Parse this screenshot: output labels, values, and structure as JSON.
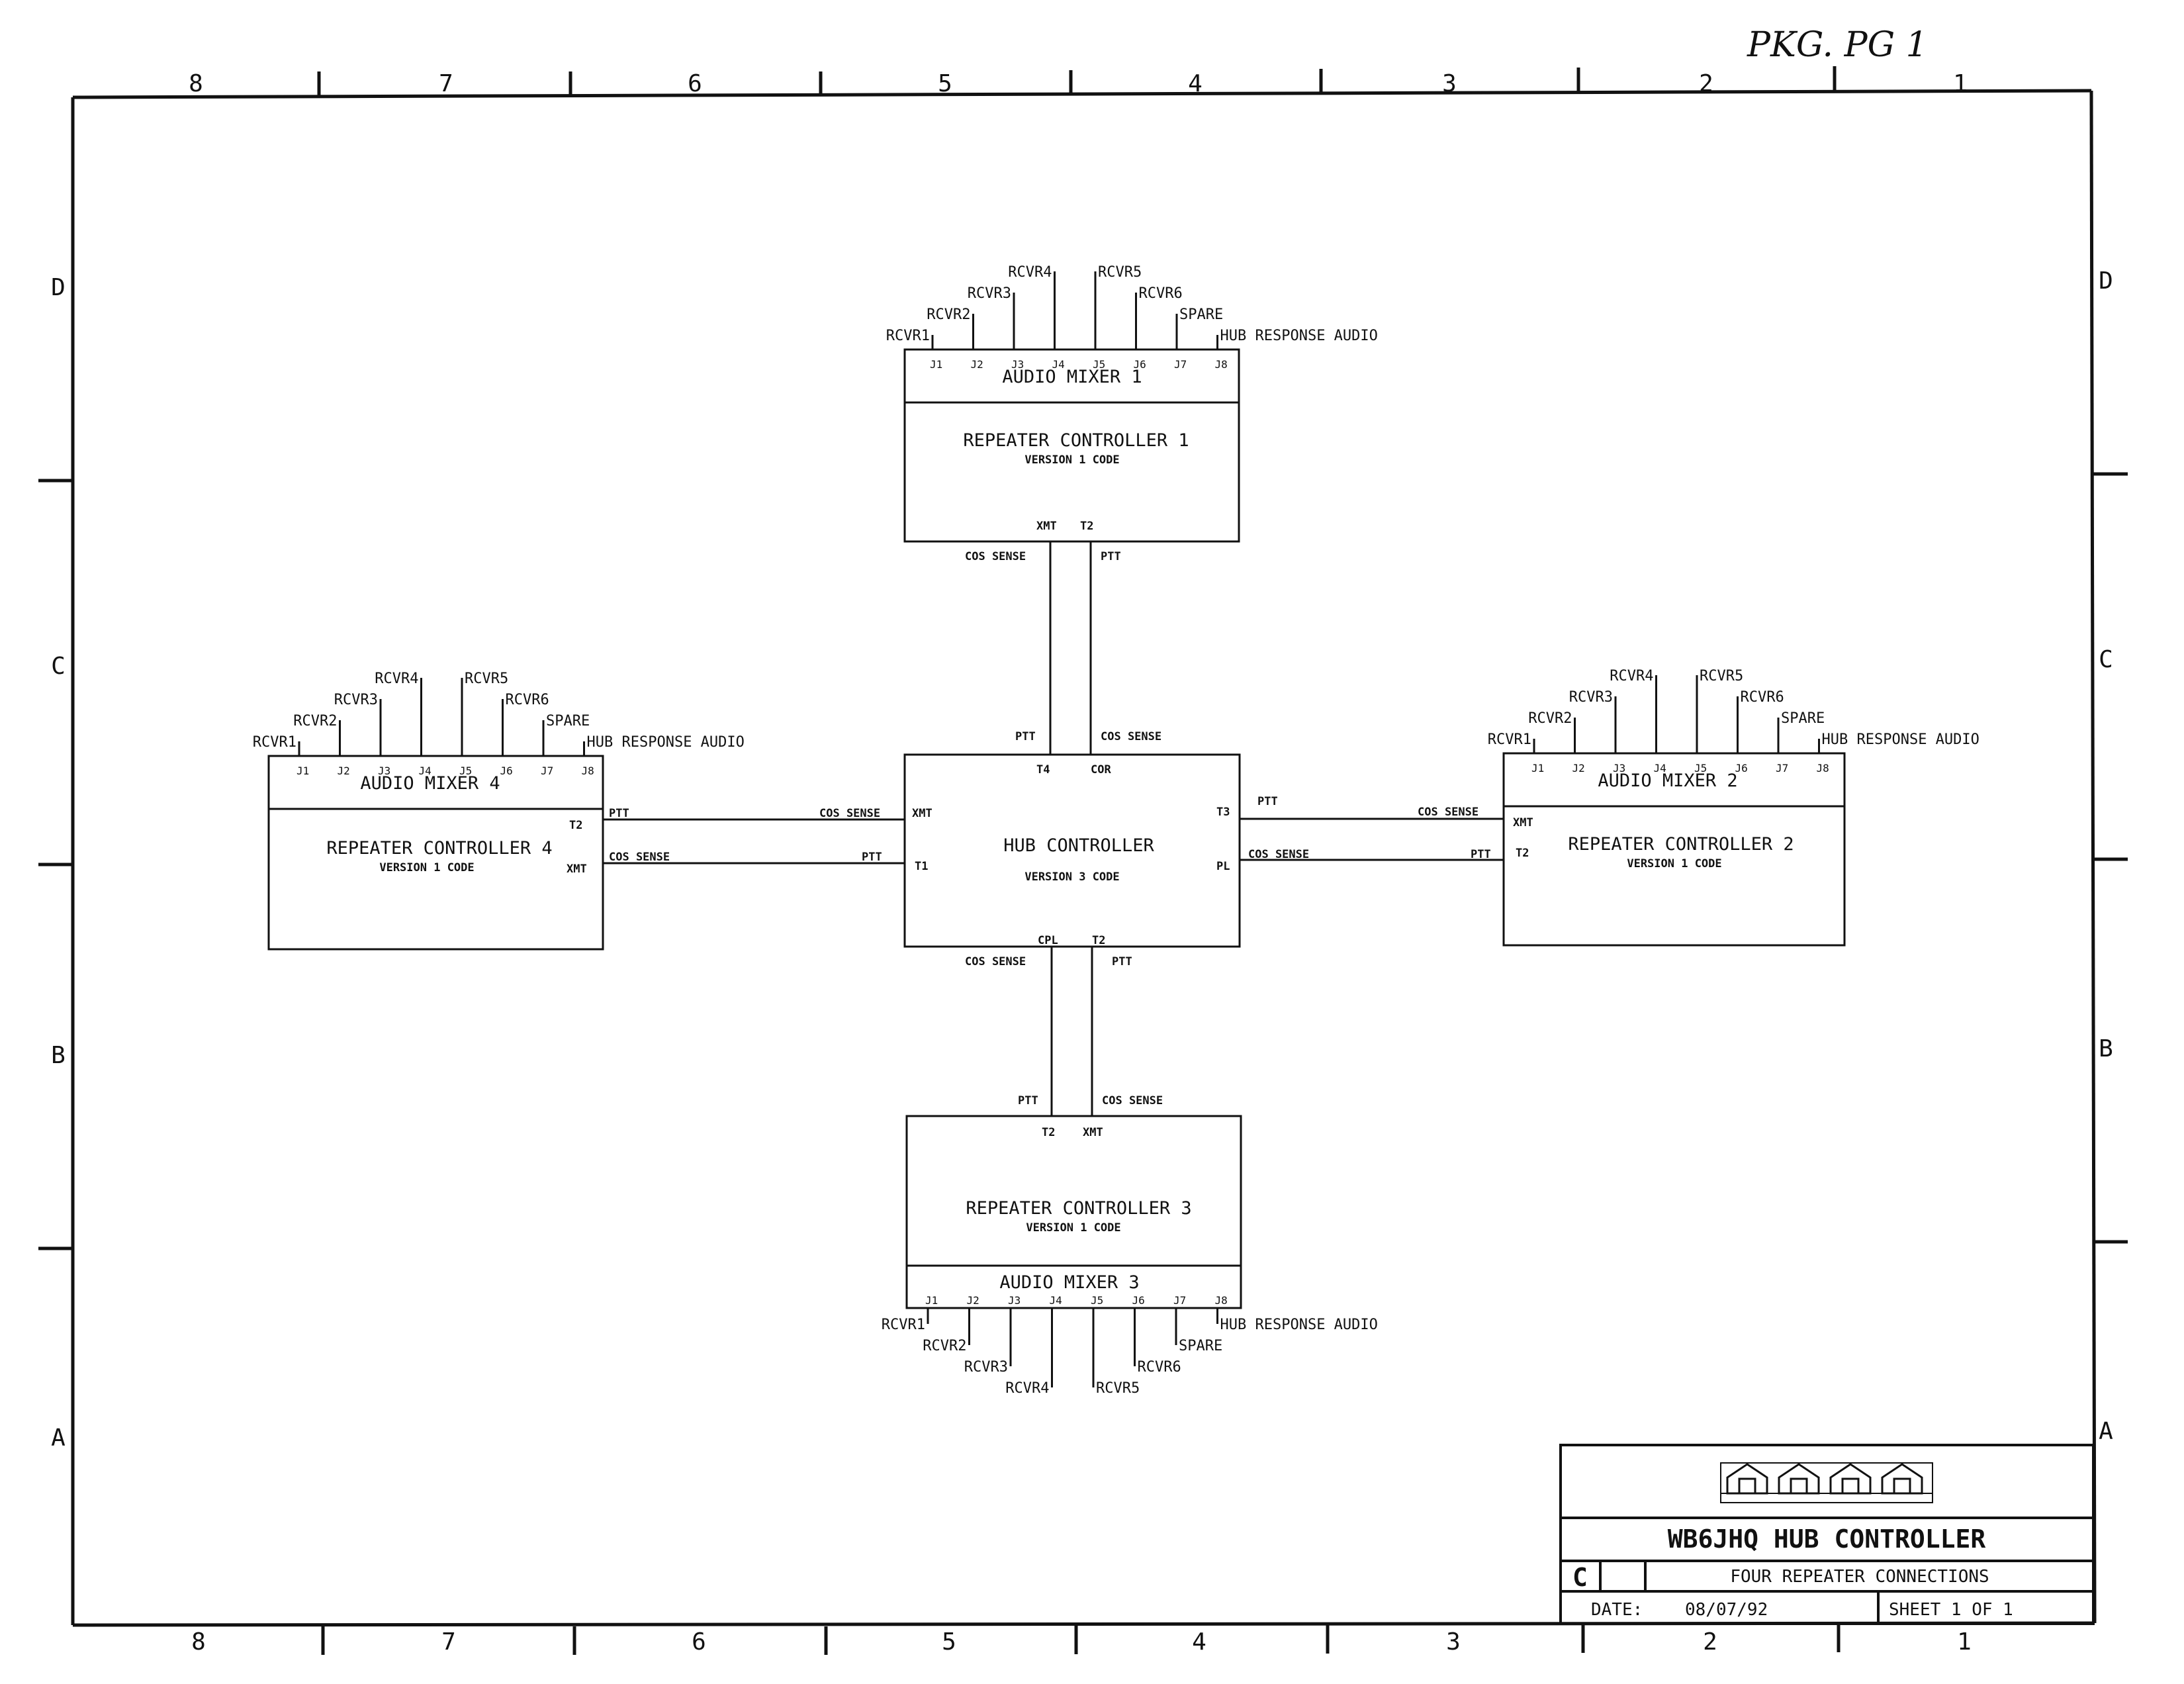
{
  "annotation": "PKG. PG 1",
  "ruler": {
    "columns": [
      "8",
      "7",
      "6",
      "5",
      "4",
      "3",
      "2",
      "1"
    ],
    "rows": [
      "D",
      "C",
      "B",
      "A"
    ]
  },
  "channel_labels": [
    "RCVR1",
    "RCVR2",
    "RCVR3",
    "RCVR4",
    "RCVR5",
    "RCVR6",
    "SPARE",
    "HUB RESPONSE AUDIO"
  ],
  "jacks": [
    "J1",
    "J2",
    "J3",
    "J4",
    "J5",
    "J6",
    "J7",
    "J8"
  ],
  "blocks": {
    "rc1": {
      "mixer": "AUDIO MIXER 1",
      "title": "REPEATER CONTROLLER 1",
      "version": "VERSION 1 CODE",
      "port_a": "XMT",
      "port_b": "T2"
    },
    "rc2": {
      "mixer": "AUDIO MIXER 2",
      "title": "REPEATER CONTROLLER 2",
      "version": "VERSION 1 CODE",
      "port_a": "XMT",
      "port_b": "T2"
    },
    "rc3": {
      "mixer": "AUDIO MIXER 3",
      "title": "REPEATER CONTROLLER 3",
      "version": "VERSION 1 CODE",
      "port_a": "T2",
      "port_b": "XMT"
    },
    "rc4": {
      "mixer": "AUDIO MIXER 4",
      "title": "REPEATER CONTROLLER 4",
      "version": "VERSION 1 CODE",
      "port_a": "T2",
      "port_b": "XMT"
    },
    "hub": {
      "title": "HUB CONTROLLER",
      "version": "VERSION 3 CODE",
      "p_top_l": "T4",
      "p_top_r": "COR",
      "p_left_t": "XMT",
      "p_left_b": "T1",
      "p_right_t": "T3",
      "p_right_b": "PL",
      "p_bot_l": "CPL",
      "p_bot_r": "T2"
    }
  },
  "signals": {
    "cos": "COS SENSE",
    "ptt": "PTT"
  },
  "title_block": {
    "title": "WB6JHQ HUB CONTROLLER",
    "size": "C",
    "subtitle": "FOUR REPEATER CONNECTIONS",
    "date_label": "DATE:",
    "date": "08/07/92",
    "sheet": "SHEET 1 OF 1"
  }
}
